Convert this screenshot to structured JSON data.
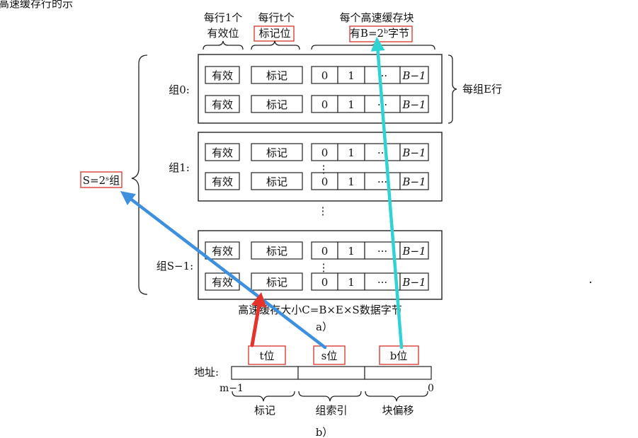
{
  "top_text": "高速缓存行的示",
  "header": {
    "valid_line1": "每行1个",
    "valid_line2": "有效位",
    "tag_line1": "每行t个",
    "tag_line2": "标记位",
    "block_line1": "每个高速缓存块",
    "block_line2": "有B=2ᵇ字节"
  },
  "cell_labels": {
    "valid": "有效",
    "tag": "标记",
    "b0": "0",
    "b1": "1",
    "ellipsis": "···",
    "blast": "B−1"
  },
  "sets": [
    {
      "label": "组0:"
    },
    {
      "label": "组1:"
    },
    {
      "label": "组S−1:"
    }
  ],
  "vdots": "⋮",
  "per_set_label": "每组E行",
  "num_sets_label": "S=2ˢ组",
  "cache_size_caption": "高速缓存大小C=B×E×S数据字节",
  "caption_a": "a）",
  "address": {
    "label": "地址:",
    "t_bits": "t位",
    "s_bits": "s位",
    "b_bits": "b位",
    "msb": "m−1",
    "lsb": "0",
    "field_tag": "标记",
    "field_index": "组索引",
    "field_offset": "块偏移"
  },
  "caption_b": "b）",
  "colors": {
    "red": "#e5322b",
    "blue": "#3d8fe0",
    "cyan": "#2fd3d3",
    "box_red": "#d9302a"
  }
}
